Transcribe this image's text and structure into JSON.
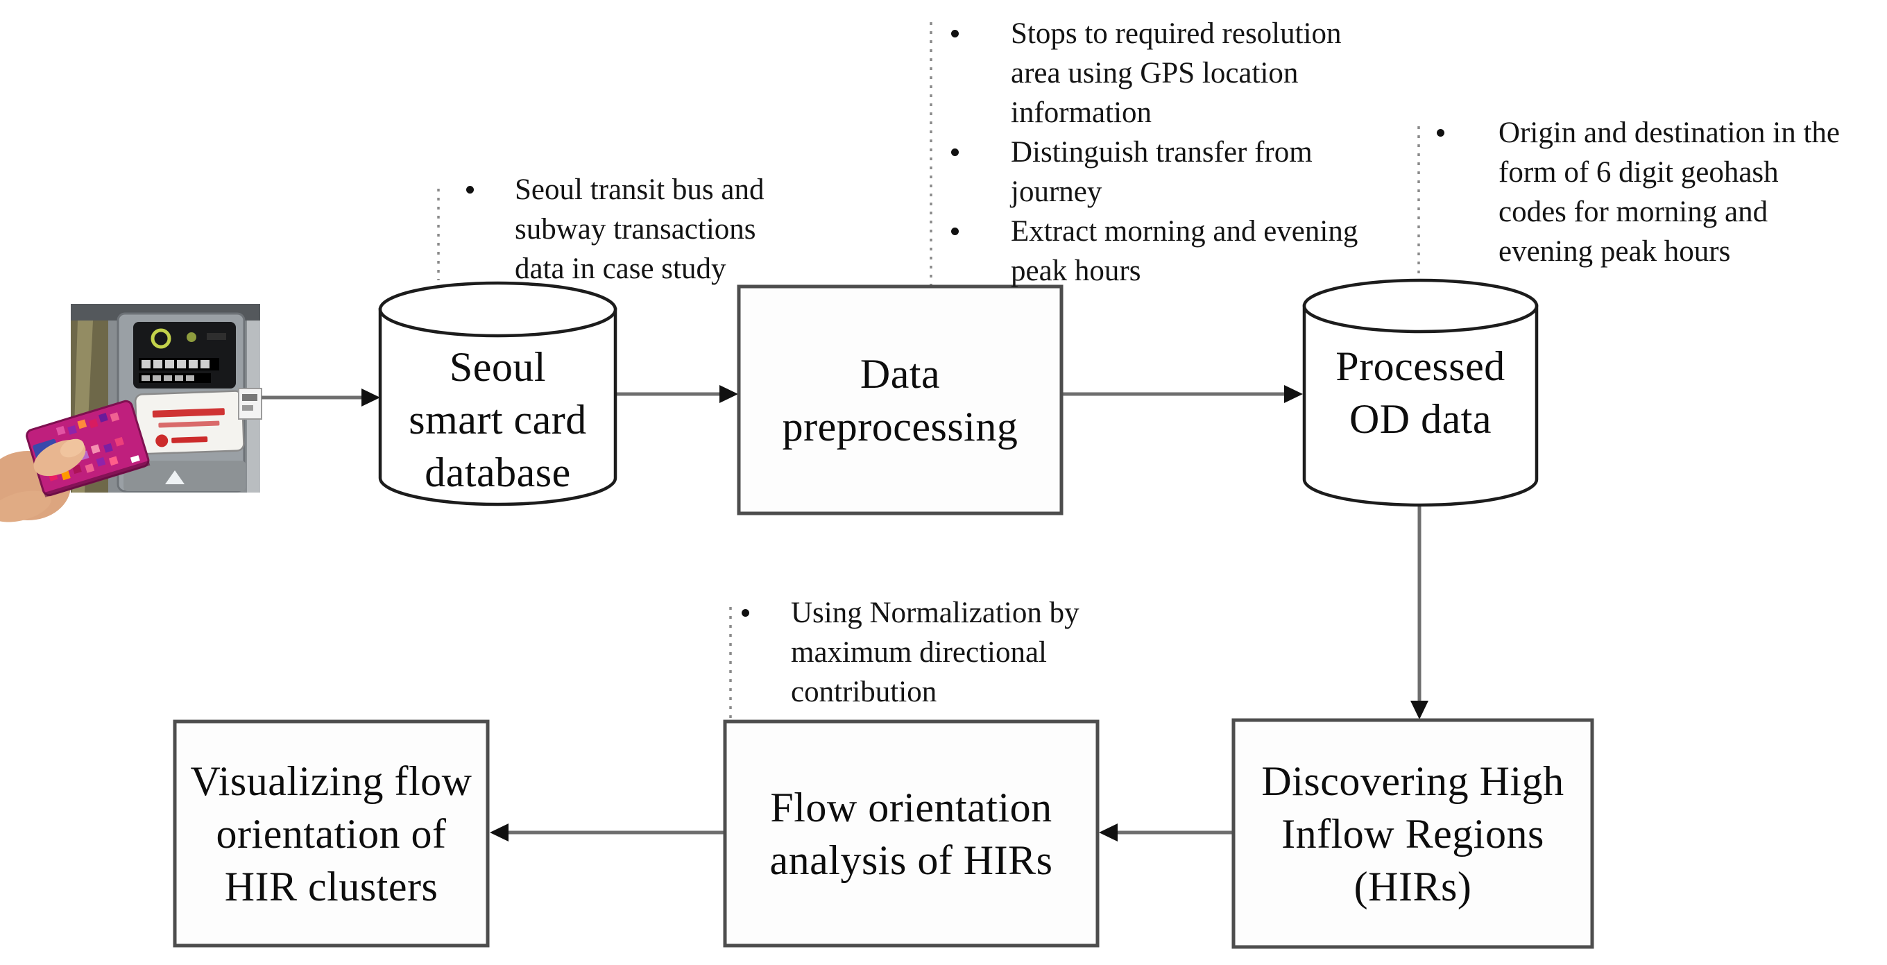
{
  "figure": {
    "title_hint": "Research framework flow diagram",
    "background_color": "#ffffff",
    "line_color": "#6e6e6e",
    "border_color": "#4d4d4d",
    "nodes": {
      "seoul_db": {
        "type": "database",
        "lines": [
          "Seoul",
          "smart card",
          "database"
        ]
      },
      "preprocessing": {
        "type": "process",
        "lines": [
          "Data",
          "preprocessing"
        ]
      },
      "processed_od": {
        "type": "database",
        "lines": [
          "Processed",
          "OD data"
        ]
      },
      "discovering_hirs": {
        "type": "process",
        "lines": [
          "Discovering High",
          "Inflow Regions",
          "(HIRs)"
        ]
      },
      "flow_analysis": {
        "type": "process",
        "lines": [
          "Flow orientation",
          "analysis of HIRs"
        ]
      },
      "visualizing": {
        "type": "process",
        "lines": [
          "Visualizing flow",
          "orientation of",
          "HIR clusters"
        ]
      }
    },
    "notes": {
      "seoul_db_note": {
        "items": [
          [
            "Seoul transit bus and",
            "subway transactions",
            "data in case study"
          ]
        ]
      },
      "preprocessing_note": {
        "items": [
          [
            "Stops to required resolution",
            "area using GPS location",
            "information"
          ],
          [
            "Distinguish transfer from",
            "journey"
          ],
          [
            "Extract morning and evening",
            "peak hours"
          ]
        ]
      },
      "processed_od_note": {
        "items": [
          [
            "Origin and destination in the",
            "form of 6 digit geohash",
            "codes for morning and",
            "evening peak hours"
          ]
        ]
      },
      "flow_analysis_note": {
        "items": [
          [
            "Using Normalization by",
            "maximum directional",
            "contribution"
          ]
        ]
      }
    },
    "photo": {
      "subject": "hand tapping T-money smart card on Seoul transit fare reader",
      "card_color": "#bf1f7d",
      "reader_color": "#9aa0a5"
    }
  }
}
